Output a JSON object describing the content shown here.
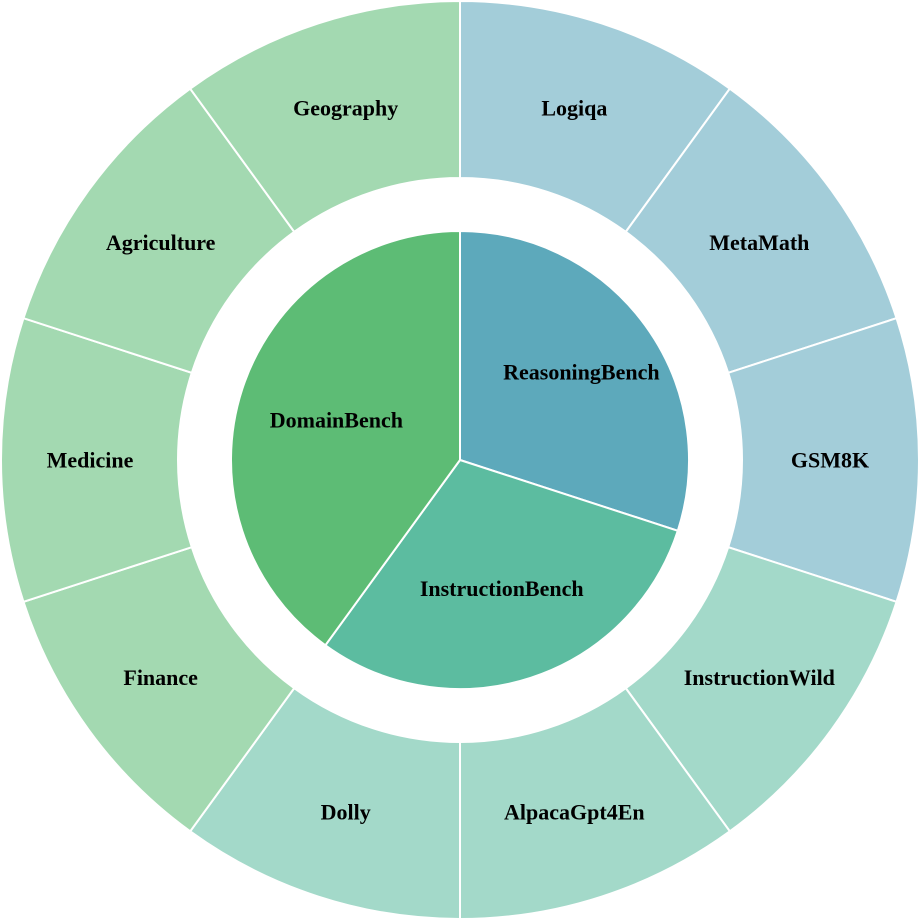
{
  "chart_data": {
    "type": "pie",
    "subtype": "nested-donut",
    "title": "",
    "inner": [
      {
        "name": "ReasoningBench",
        "value": 3,
        "color": "#5da9bb"
      },
      {
        "name": "InstructionBench",
        "value": 3,
        "color": "#5cbca0"
      },
      {
        "name": "DomainBench",
        "value": 4,
        "color": "#5dbc75"
      }
    ],
    "outer": [
      {
        "name": "Logiqa",
        "value": 1,
        "parent": "ReasoningBench",
        "color": "#a3cdd9"
      },
      {
        "name": "MetaMath",
        "value": 1,
        "parent": "ReasoningBench",
        "color": "#a3cdd9"
      },
      {
        "name": "GSM8K",
        "value": 1,
        "parent": "ReasoningBench",
        "color": "#a3cdd9"
      },
      {
        "name": "InstructionWild",
        "value": 1,
        "parent": "InstructionBench",
        "color": "#a3d9c9"
      },
      {
        "name": "AlpacaGpt4En",
        "value": 1,
        "parent": "InstructionBench",
        "color": "#a3d9c9"
      },
      {
        "name": "Dolly",
        "value": 1,
        "parent": "InstructionBench",
        "color": "#a3d9c9"
      },
      {
        "name": "Finance",
        "value": 1,
        "parent": "DomainBench",
        "color": "#a3d9b1"
      },
      {
        "name": "Medicine",
        "value": 1,
        "parent": "DomainBench",
        "color": "#a3d9b1"
      },
      {
        "name": "Agriculture",
        "value": 1,
        "parent": "DomainBench",
        "color": "#a3d9b1"
      },
      {
        "name": "Geography",
        "value": 1,
        "parent": "DomainBench",
        "color": "#a3d9b1"
      }
    ],
    "start_angle": "top",
    "direction": "clockwise",
    "legend": "none"
  }
}
